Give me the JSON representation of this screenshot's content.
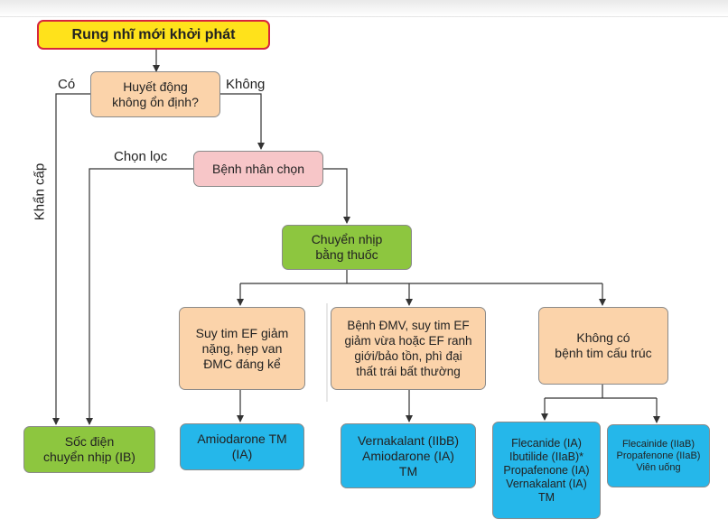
{
  "nodes": {
    "start": "Rung nhĩ mới khởi phát",
    "hemo": "Huyết động\nkhông ổn định?",
    "select": "Bệnh nhân chọn",
    "pharm": "Chuyển nhịp\nbằng thuốc",
    "hf": "Suy tim EF giảm\nnặng, hẹp van\nĐMC đáng kể",
    "cad": "Bệnh ĐMV, suy tim EF\ngiảm vừa hoặc EF ranh\ngiới/bảo tồn, phì đại\nthất trái bất thường",
    "nostruct": "Không có\nbệnh tim cấu trúc",
    "shock": "Sốc điện\nchuyển nhịp (IB)",
    "amio": "Amiodarone TM\n(IA)",
    "verna": "Vernakalant (IIbB)\nAmiodarone (IA)\nTM",
    "flec1": "Flecanide (IA)\nIbutilide (IIaB)*\nPropafenone (IA)\nVernakalant (IA)\nTM",
    "flec2": "Flecainide (IIaB)\nPropafenone (IIaB)\nViên uống"
  },
  "labels": {
    "yes": "Có",
    "no": "Không",
    "elective": "Chọn lọc",
    "urgent": "Khẩn cấp"
  },
  "colors": {
    "start_fill": "#ffe21b",
    "start_border": "#d7263d",
    "question_fill": "#fbd3aa",
    "choice_fill": "#f7c6c8",
    "action_fill": "#8dc63f",
    "drug_fill": "#25b7ea"
  }
}
